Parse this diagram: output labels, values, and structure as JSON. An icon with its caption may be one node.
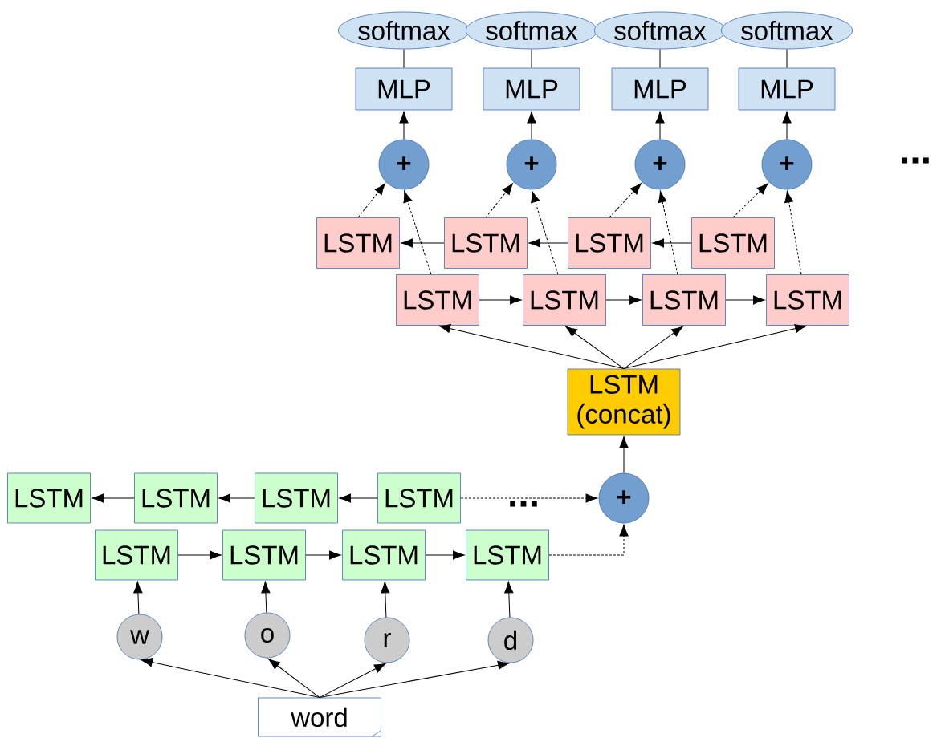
{
  "diagram": {
    "nodes": [
      {
        "text": [
          "softmax"
        ]
      },
      {
        "text": [
          "softmax"
        ]
      },
      {
        "text": [
          "softmax"
        ]
      },
      {
        "text": [
          "softmax"
        ]
      },
      {
        "text": [
          "MLP"
        ]
      },
      {
        "text": [
          "MLP"
        ]
      },
      {
        "text": [
          "MLP"
        ]
      },
      {
        "text": [
          "MLP"
        ]
      },
      {
        "text": [
          "+"
        ]
      },
      {
        "text": [
          "+"
        ]
      },
      {
        "text": [
          "+"
        ]
      },
      {
        "text": [
          "+"
        ]
      },
      {
        "text": [
          "LSTM"
        ]
      },
      {
        "text": [
          "LSTM"
        ]
      },
      {
        "text": [
          "LSTM"
        ]
      },
      {
        "text": [
          "LSTM"
        ]
      },
      {
        "text": [
          "LSTM"
        ]
      },
      {
        "text": [
          "LSTM"
        ]
      },
      {
        "text": [
          "LSTM"
        ]
      },
      {
        "text": [
          "LSTM"
        ]
      },
      {
        "text": [
          "LSTM (concat)"
        ]
      },
      {
        "text": [
          "+"
        ]
      },
      {
        "text": [
          "LSTM"
        ]
      },
      {
        "text": [
          "LSTM"
        ]
      },
      {
        "text": [
          "LSTM"
        ]
      },
      {
        "text": [
          "LSTM"
        ]
      },
      {
        "text": [
          "LSTM"
        ]
      },
      {
        "text": [
          "LSTM"
        ]
      },
      {
        "text": [
          "LSTM"
        ]
      },
      {
        "text": [
          "LSTM"
        ]
      },
      {
        "text": [
          "w"
        ]
      },
      {
        "text": [
          "o"
        ]
      },
      {
        "text": [
          "r"
        ]
      },
      {
        "text": [
          "d"
        ]
      },
      {
        "text": [
          "word"
        ]
      }
    ],
    "edges": [
      {
        "from": 4,
        "to": 0,
        "arrow": "none"
      },
      {
        "from": 5,
        "to": 1,
        "arrow": "none"
      },
      {
        "from": 6,
        "to": 2,
        "arrow": "none"
      },
      {
        "from": 7,
        "to": 3,
        "arrow": "none"
      },
      {
        "from": 8,
        "to": 4,
        "arrow": "to"
      },
      {
        "from": 9,
        "to": 5,
        "arrow": "to"
      },
      {
        "from": 10,
        "to": 6,
        "arrow": "to"
      },
      {
        "from": 11,
        "to": 7,
        "arrow": "to"
      },
      {
        "from": 12,
        "to": 8,
        "arrow": "to",
        "style": "dashed"
      },
      {
        "from": 13,
        "to": 9,
        "arrow": "to",
        "style": "dashed"
      },
      {
        "from": 14,
        "to": 10,
        "arrow": "to",
        "style": "dashed"
      },
      {
        "from": 15,
        "to": 11,
        "arrow": "to",
        "style": "dashed"
      },
      {
        "from": 16,
        "to": 8,
        "arrow": "to",
        "style": "dashed"
      },
      {
        "from": 17,
        "to": 9,
        "arrow": "to",
        "style": "dashed"
      },
      {
        "from": 18,
        "to": 10,
        "arrow": "to",
        "style": "dashed"
      },
      {
        "from": 19,
        "to": 11,
        "arrow": "to",
        "style": "dashed"
      },
      {
        "from": 15,
        "to": 14,
        "arrow": "to"
      },
      {
        "from": 14,
        "to": 13,
        "arrow": "to"
      },
      {
        "from": 13,
        "to": 12,
        "arrow": "to"
      },
      {
        "from": 16,
        "to": 17,
        "arrow": "to"
      },
      {
        "from": 17,
        "to": 18,
        "arrow": "to"
      },
      {
        "from": 18,
        "to": 19,
        "arrow": "to"
      },
      {
        "from": 20,
        "to": 16,
        "arrow": "to"
      },
      {
        "from": 20,
        "to": 17,
        "arrow": "to"
      },
      {
        "from": 20,
        "to": 18,
        "arrow": "to"
      },
      {
        "from": 20,
        "to": 19,
        "arrow": "to"
      },
      {
        "from": 21,
        "to": 20,
        "arrow": "to"
      },
      {
        "from": 25,
        "to": 21,
        "arrow": "to",
        "style": "dashed"
      },
      {
        "from": 29,
        "to": 21,
        "arrow": "to",
        "style": "dashed"
      },
      {
        "from": 25,
        "to": 24,
        "arrow": "to"
      },
      {
        "from": 24,
        "to": 23,
        "arrow": "to"
      },
      {
        "from": 23,
        "to": 22,
        "arrow": "to"
      },
      {
        "from": 26,
        "to": 27,
        "arrow": "to"
      },
      {
        "from": 27,
        "to": 28,
        "arrow": "to"
      },
      {
        "from": 28,
        "to": 29,
        "arrow": "to"
      },
      {
        "from": 30,
        "to": 26,
        "arrow": "to"
      },
      {
        "from": 31,
        "to": 27,
        "arrow": "to"
      },
      {
        "from": 32,
        "to": 28,
        "arrow": "to"
      },
      {
        "from": 33,
        "to": 29,
        "arrow": "to"
      },
      {
        "from": 34,
        "to": 30,
        "arrow": "to"
      },
      {
        "from": 34,
        "to": 31,
        "arrow": "to"
      },
      {
        "from": 34,
        "to": 32,
        "arrow": "to"
      },
      {
        "from": 34,
        "to": 33,
        "arrow": "to"
      }
    ],
    "labels": [
      "...",
      "..."
    ]
  }
}
